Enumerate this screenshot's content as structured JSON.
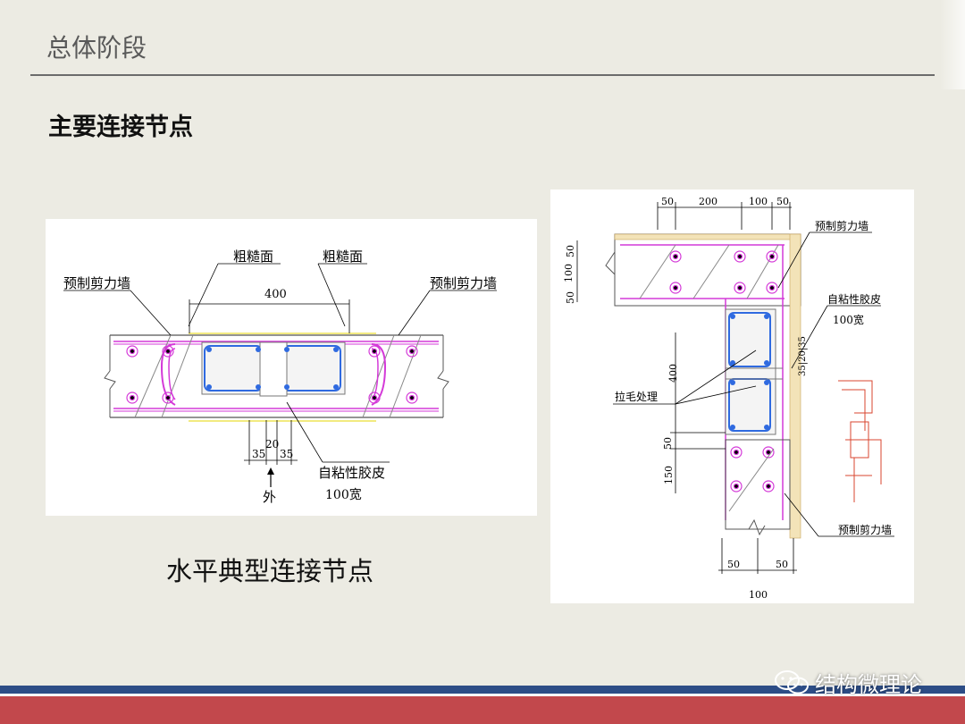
{
  "header": {
    "title": "总体阶段"
  },
  "section": {
    "heading": "主要连接节点"
  },
  "figure_left": {
    "caption": "水平典型连接节点",
    "labels": {
      "rough_surface_1": "粗糙面",
      "rough_surface_2": "粗糙面",
      "precast_wall_left": "预制剪力墙",
      "precast_wall_right": "预制剪力墙",
      "dim_400": "400",
      "dim_35a": "35",
      "dim_20": "20",
      "dim_35b": "35",
      "outside": "外",
      "self_adhesive": "自粘性胶皮",
      "width_100": "100宽"
    }
  },
  "figure_right": {
    "labels": {
      "dim_50a": "50",
      "dim_200": "200",
      "dim_100a": "100",
      "dim_50b": "50",
      "precast_wall_top": "预制剪力墙",
      "dim_left_50a": "50",
      "dim_left_100": "100",
      "dim_left_50b": "50",
      "self_adhesive": "自粘性胶皮",
      "width_100": "100宽",
      "dim_400": "400",
      "dim_small": "35|20|35",
      "roughening": "拉毛处理",
      "dim_50c": "50",
      "dim_150": "150",
      "precast_wall_bottom": "预制剪力墙",
      "dim_bottom_50a": "50",
      "dim_bottom_50b": "50",
      "dim_bottom_100": "100"
    }
  },
  "watermark": {
    "text": "结构微理论",
    "icon": "wechat-icon"
  }
}
